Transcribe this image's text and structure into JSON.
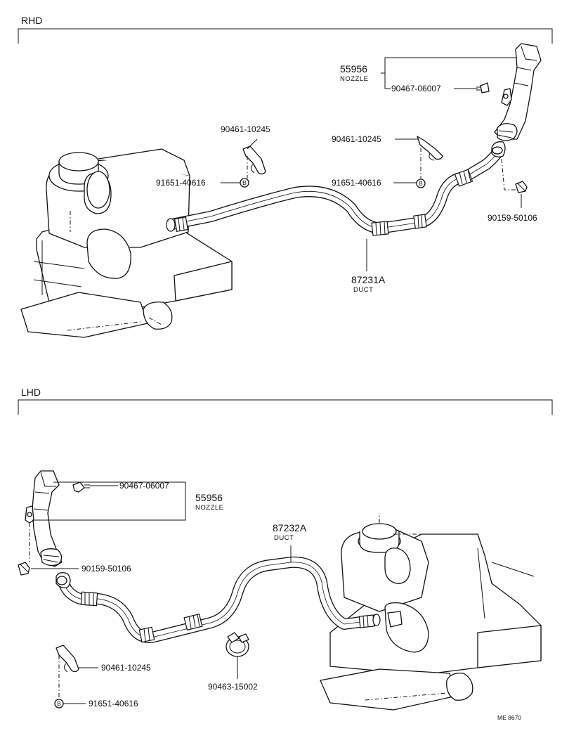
{
  "sections": {
    "rhd": {
      "title": "RHD",
      "nozzle_number": "55956",
      "nozzle_name": "NOZZLE",
      "screw": "90467-06007",
      "clip": "90461-10245",
      "grommet": "91651-40616",
      "clip2": "90461-10245",
      "grommet2": "91651-40616",
      "bolt": "90159-50106",
      "duct_number": "87231A",
      "duct_name": "DUCT",
      "grommet_badge": "B",
      "grommet2_badge": "B"
    },
    "lhd": {
      "title": "LHD",
      "nozzle_number": "55956",
      "nozzle_name": "NOZZLE",
      "screw": "90467-06007",
      "bolt": "90159-50106",
      "duct_number": "87232A",
      "duct_name": "DUCT",
      "clip": "90461-10245",
      "hose_clamp": "90463-15002",
      "grommet": "91651-40616",
      "grommet_badge": "B"
    }
  },
  "reference_code": "ME 8670"
}
